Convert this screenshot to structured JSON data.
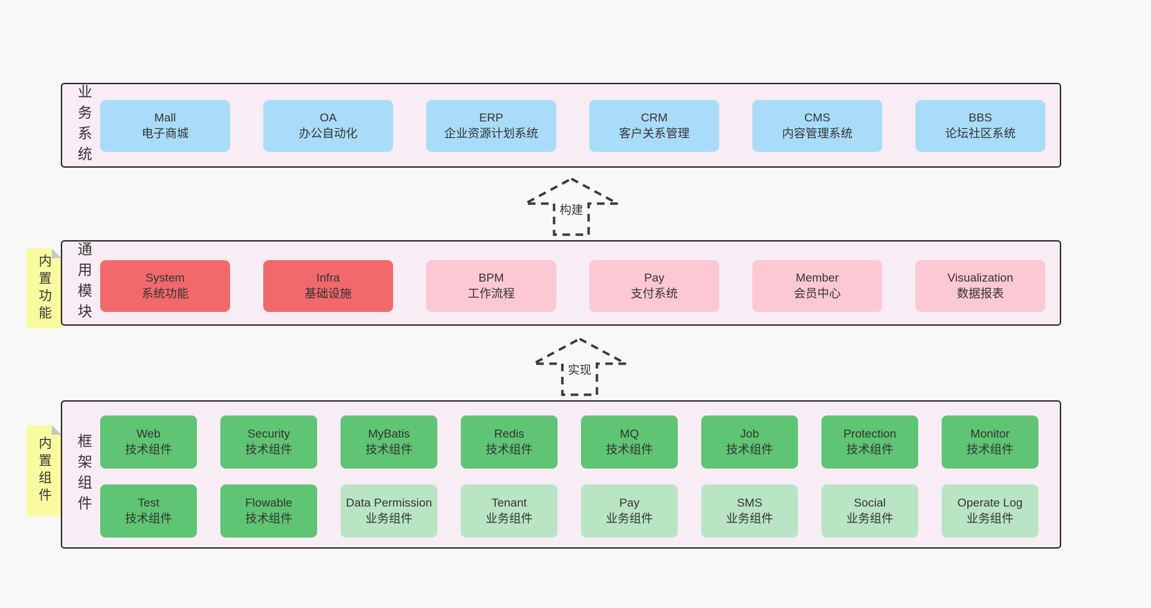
{
  "colors": {
    "page_bg": "#f8f8f8",
    "section_bg": "#f8ecf5",
    "section_border": "#2e2e2e",
    "blue": "#a9dcf8",
    "red": "#f2696c",
    "pink": "#fbc8d3",
    "green": "#5fc473",
    "light_green": "#b9e5c4",
    "yellow_tag": "#fafaa1",
    "text": "#333333"
  },
  "sections": {
    "business": {
      "label": "业务系统",
      "boxes": [
        {
          "name": "Mall",
          "desc": "电子商城"
        },
        {
          "name": "OA",
          "desc": "办公自动化"
        },
        {
          "name": "ERP",
          "desc": "企业资源计划系统"
        },
        {
          "name": "CRM",
          "desc": "客户关系管理"
        },
        {
          "name": "CMS",
          "desc": "内容管理系统"
        },
        {
          "name": "BBS",
          "desc": "论坛社区系统"
        }
      ]
    },
    "modules": {
      "label": "通用模块",
      "tag": "内置功能",
      "boxes": [
        {
          "name": "System",
          "desc": "系统功能"
        },
        {
          "name": "Infra",
          "desc": "基础设施"
        },
        {
          "name": "BPM",
          "desc": "工作流程"
        },
        {
          "name": "Pay",
          "desc": "支付系统"
        },
        {
          "name": "Member",
          "desc": "会员中心"
        },
        {
          "name": "Visualization",
          "desc": "数据报表"
        }
      ]
    },
    "components": {
      "label": "框架组件",
      "tag": "内置组件",
      "row1": [
        {
          "name": "Web",
          "desc": "技术组件"
        },
        {
          "name": "Security",
          "desc": "技术组件"
        },
        {
          "name": "MyBatis",
          "desc": "技术组件"
        },
        {
          "name": "Redis",
          "desc": "技术组件"
        },
        {
          "name": "MQ",
          "desc": "技术组件"
        },
        {
          "name": "Job",
          "desc": "技术组件"
        },
        {
          "name": "Protection",
          "desc": "技术组件"
        },
        {
          "name": "Monitor",
          "desc": "技术组件"
        }
      ],
      "row2": [
        {
          "name": "Test",
          "desc": "技术组件"
        },
        {
          "name": "Flowable",
          "desc": "技术组件"
        },
        {
          "name": "Data Permission",
          "desc": "业务组件"
        },
        {
          "name": "Tenant",
          "desc": "业务组件"
        },
        {
          "name": "Pay",
          "desc": "业务组件"
        },
        {
          "name": "SMS",
          "desc": "业务组件"
        },
        {
          "name": "Social",
          "desc": "业务组件"
        },
        {
          "name": "Operate Log",
          "desc": "业务组件"
        }
      ]
    }
  },
  "arrows": [
    {
      "label": "构建"
    },
    {
      "label": "实现"
    }
  ]
}
